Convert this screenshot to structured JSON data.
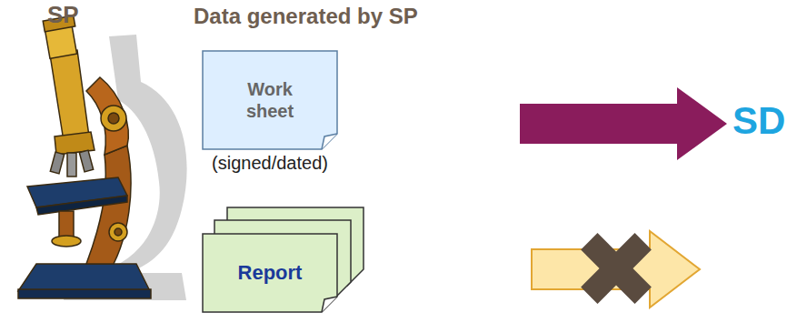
{
  "diagram": {
    "title": "Data generated by SP",
    "nodes": [
      {
        "text": [
          "Work sheet"
        ]
      },
      {
        "text": [
          "Report"
        ]
      }
    ],
    "labels": [
      "SP",
      "(signed/dated)",
      "SD"
    ]
  }
}
